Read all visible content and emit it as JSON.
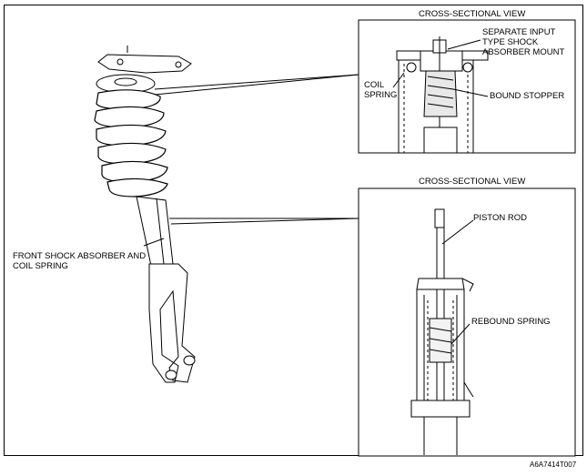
{
  "top_view": {
    "title": "CROSS-SECTIONAL VIEW",
    "labels": {
      "mount": "SEPARATE INPUT\nTYPE SHOCK\nABSORBER MOUNT",
      "coil": "COIL\nSPRING",
      "bound": "BOUND STOPPER"
    }
  },
  "bottom_view": {
    "title": "CROSS-SECTIONAL VIEW",
    "labels": {
      "piston": "PISTON ROD",
      "rebound": "REBOUND SPRING"
    }
  },
  "assembly_label": "FRONT SHOCK ABSORBER AND\nCOIL SPRING",
  "figure_code": "A6A7414T007"
}
